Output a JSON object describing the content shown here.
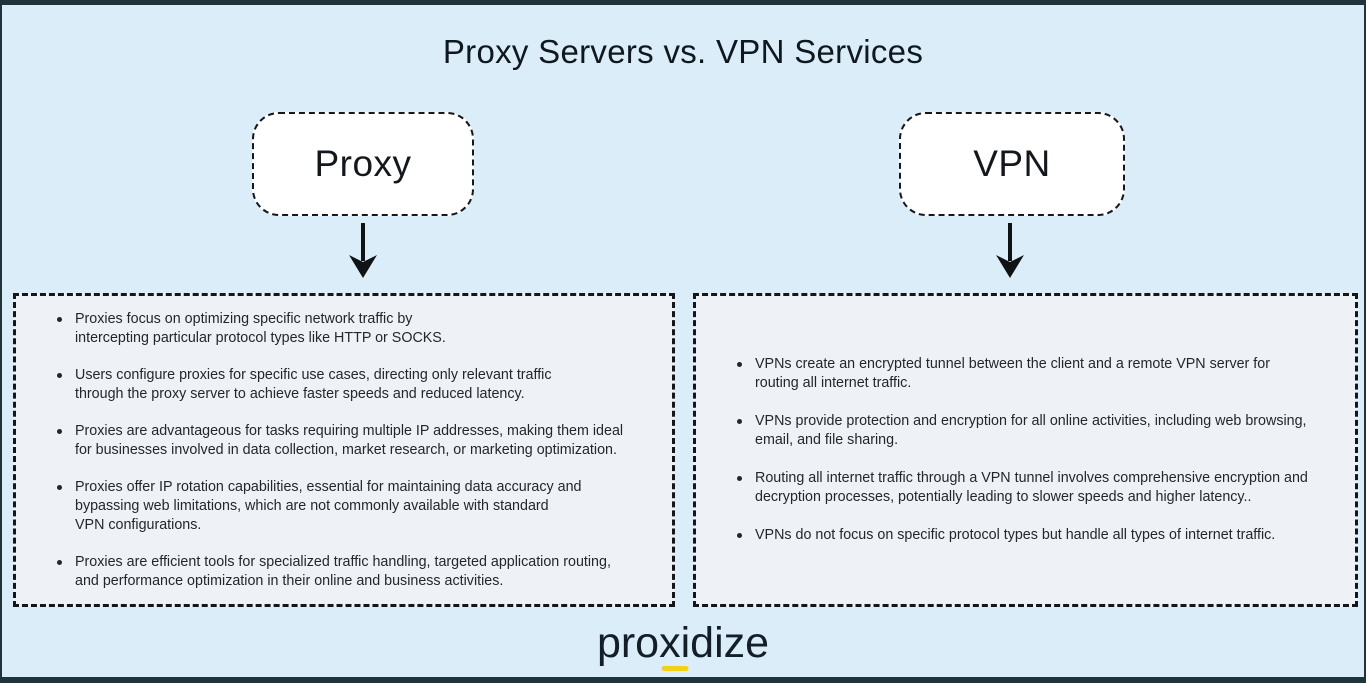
{
  "title": "Proxy Servers vs. VPN Services",
  "proxy": {
    "label": "Proxy",
    "bullets": [
      "Proxies focus on optimizing specific network traffic by\nintercepting particular protocol types like HTTP or SOCKS.",
      "Users configure proxies for specific use cases, directing only relevant traffic\nthrough the proxy server to achieve faster speeds and reduced latency.",
      "Proxies are advantageous for tasks requiring multiple IP addresses, making them ideal\nfor businesses involved in data collection, market research, or marketing optimization.",
      "Proxies offer IP rotation capabilities, essential for maintaining data accuracy and\nbypassing web limitations, which are not commonly available with standard\nVPN configurations.",
      "Proxies are efficient tools for specialized traffic handling, targeted application routing,\nand performance optimization in their online and business activities."
    ]
  },
  "vpn": {
    "label": "VPN",
    "bullets": [
      "VPNs create an encrypted tunnel between the client and a remote VPN server for\nrouting all internet traffic.",
      "VPNs provide protection and encryption for all online activities, including web browsing,\nemail, and file sharing.",
      "Routing all internet traffic through a VPN tunnel involves comprehensive encryption and\ndecryption processes, potentially leading to slower speeds and higher latency..",
      "VPNs do not focus on specific protocol types but handle all types of internet traffic."
    ]
  },
  "footer": {
    "logo_pre": "pro",
    "logo_mid": "xi",
    "logo_post": "dize"
  },
  "colors": {
    "background": "#daedf8",
    "frame_border": "#20343c",
    "panel_fill": "#eef1f6",
    "node_fill": "#ffffff",
    "dash_border": "#141619",
    "text": "#23272d",
    "accent_yellow": "#f2d116"
  }
}
